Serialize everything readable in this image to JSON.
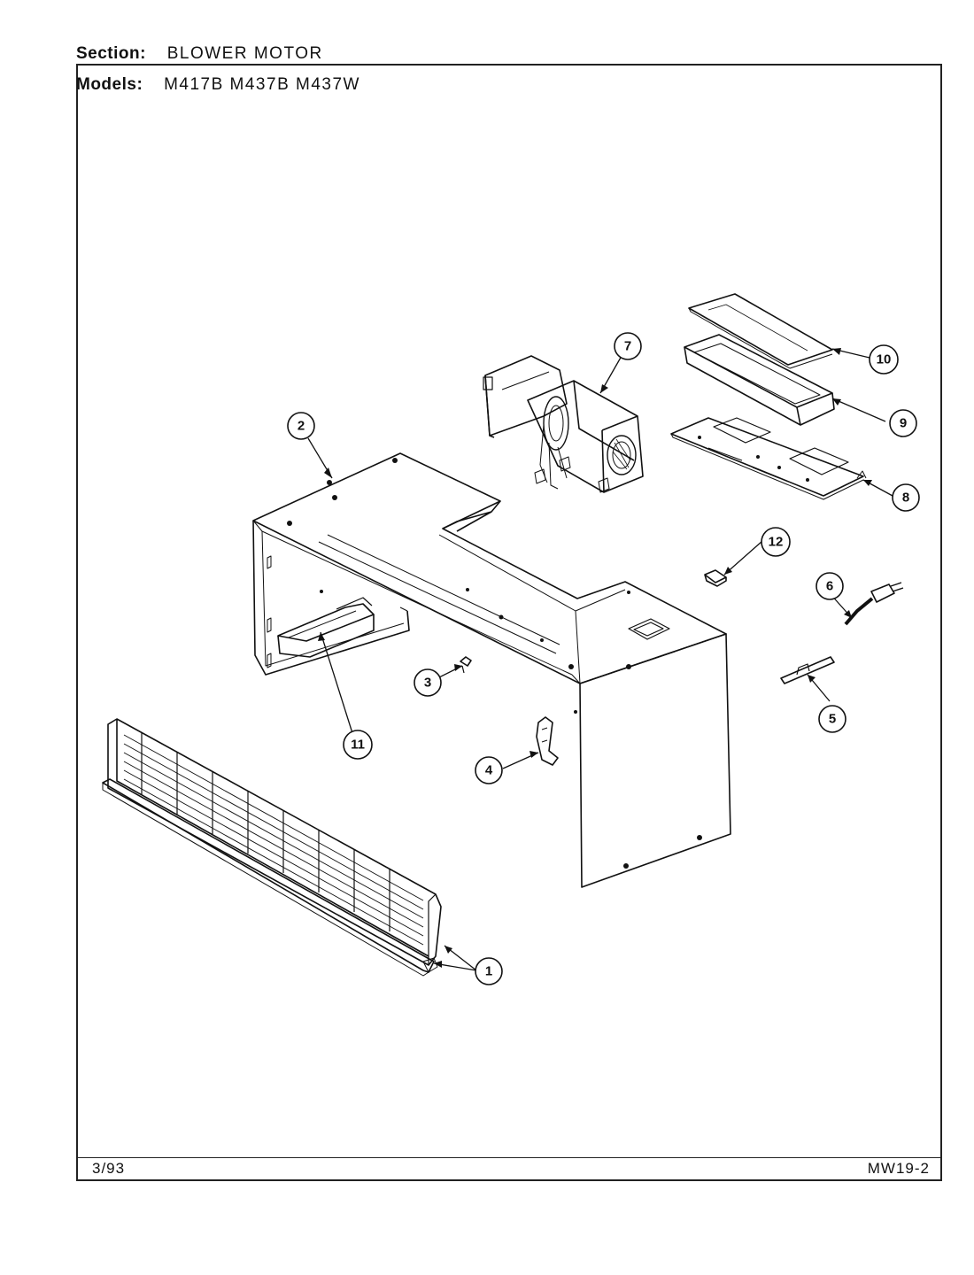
{
  "header": {
    "section_label": "Section:",
    "section_value": "BLOWER MOTOR",
    "models_label": "Models:",
    "models_value": "M417B  M437B  M437W"
  },
  "footer": {
    "date": "3/93",
    "code": "MW19-2"
  },
  "callouts": [
    {
      "id": 1,
      "label": "1"
    },
    {
      "id": 2,
      "label": "2"
    },
    {
      "id": 3,
      "label": "3"
    },
    {
      "id": 4,
      "label": "4"
    },
    {
      "id": 5,
      "label": "5"
    },
    {
      "id": 6,
      "label": "6"
    },
    {
      "id": 7,
      "label": "7"
    },
    {
      "id": 8,
      "label": "8"
    },
    {
      "id": 9,
      "label": "9"
    },
    {
      "id": 10,
      "label": "10"
    },
    {
      "id": 11,
      "label": "11"
    },
    {
      "id": 12,
      "label": "12"
    }
  ]
}
